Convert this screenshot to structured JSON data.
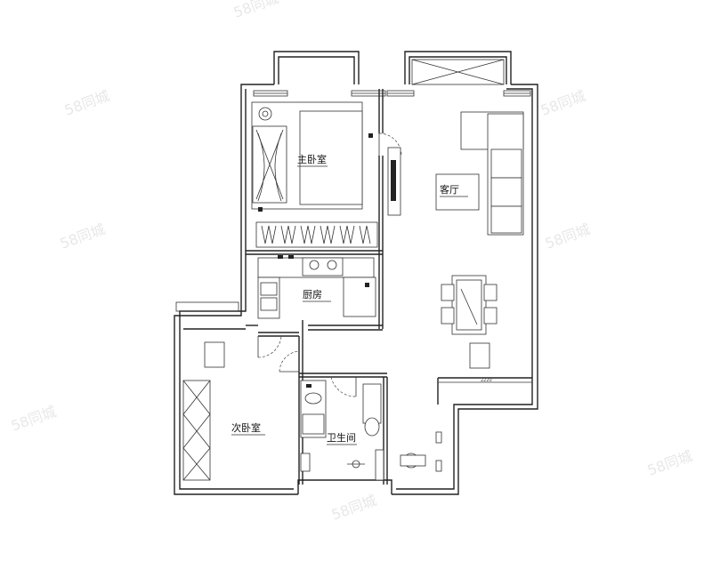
{
  "rooms": {
    "master_bedroom": "主卧室",
    "living_room": "客厅",
    "kitchen": "厨房",
    "second_bedroom": "次卧室",
    "bathroom": "卫生间"
  },
  "dimension": "2220",
  "watermark": "58同城"
}
